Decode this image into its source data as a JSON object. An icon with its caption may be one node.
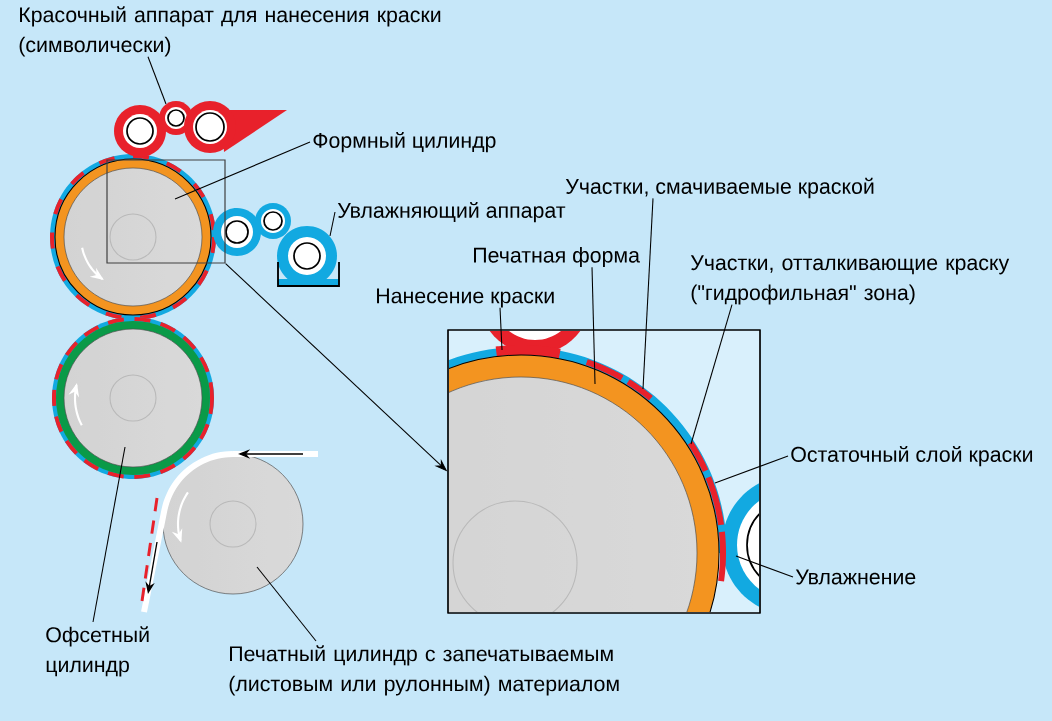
{
  "diagram": {
    "nodes": [
      {
        "text": [
          "Красочный аппарат для нанесения краски (символически)"
        ]
      },
      {
        "text": [
          "Формный цилиндр"
        ]
      },
      {
        "text": [
          "Увлажняющий аппарат"
        ]
      },
      {
        "text": [
          "Участки, смачиваемые краской"
        ]
      },
      {
        "text": [
          "Печатная форма"
        ]
      },
      {
        "text": [
          "Участки, отталкивающие краску (\"гидрофильная\" зона)"
        ]
      },
      {
        "text": [
          "Нанесение краски"
        ]
      },
      {
        "text": [
          "Остаточный слой краски"
        ]
      },
      {
        "text": [
          "Увлажнение"
        ]
      },
      {
        "text": [
          "Офсетный цилиндр"
        ]
      },
      {
        "text": [
          "Печатный цилиндр с запечатываемым (листовым или рулонным) материалом"
        ]
      },
      {
        "text": [],
        "shape": "box"
      },
      {
        "text": [],
        "shape": "box"
      },
      {
        "text": [],
        "shape": "picture"
      },
      {
        "text": [],
        "shape": "picture"
      },
      {
        "text": [],
        "shape": "picture"
      },
      {
        "text": [],
        "shape": "picture"
      },
      {
        "text": [],
        "shape": "picture"
      }
    ],
    "edges": [
      {
        "from": 0,
        "to": 13,
        "arrow": "none"
      },
      {
        "from": 1,
        "to": 14,
        "arrow": "none"
      },
      {
        "from": 2,
        "to": 15,
        "arrow": "none"
      },
      {
        "from": 3,
        "to": 12,
        "arrow": "none"
      },
      {
        "from": 4,
        "to": 12,
        "arrow": "none"
      },
      {
        "from": 5,
        "to": 12,
        "arrow": "none"
      },
      {
        "from": 6,
        "to": 12,
        "arrow": "none"
      },
      {
        "from": 7,
        "to": 12,
        "arrow": "none"
      },
      {
        "from": 8,
        "to": 12,
        "arrow": "none"
      },
      {
        "from": 9,
        "to": 16,
        "arrow": "none"
      },
      {
        "from": 10,
        "to": 17,
        "arrow": "none"
      },
      {
        "from": 11,
        "to": 12,
        "arrow": "to"
      }
    ]
  }
}
